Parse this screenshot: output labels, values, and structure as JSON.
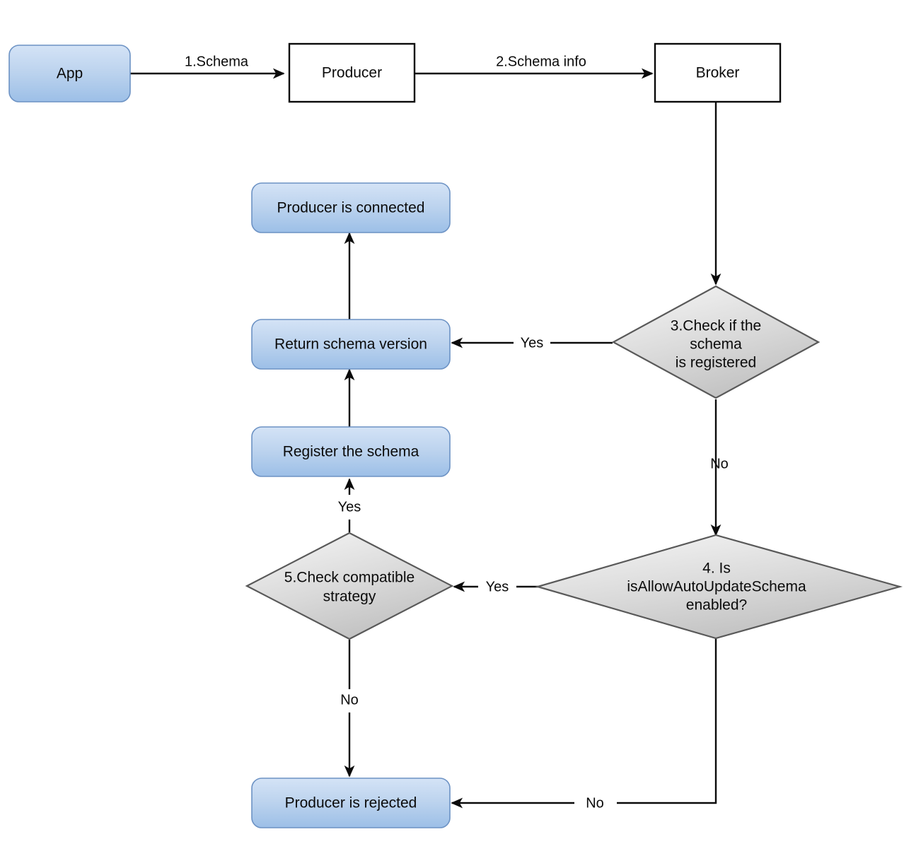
{
  "diagram": {
    "title": "Pulsar schema registration flow",
    "colors": {
      "blue_fill_top": "#cfe0f4",
      "blue_fill_bottom": "#9dbfe6",
      "blue_border": "#6c92c4",
      "gray_fill_top": "#f2f2f2",
      "gray_fill_bottom": "#c4c4c4",
      "gray_border": "#595959",
      "plain_fill": "#ffffff",
      "line": "#0a0a0a",
      "text": "#0b0b0b"
    },
    "nodes": [
      {
        "id": "app",
        "shape": "rounded-rect",
        "style": "blue",
        "lines": [
          "App"
        ]
      },
      {
        "id": "producer",
        "shape": "rect",
        "style": "plain",
        "lines": [
          "Producer"
        ]
      },
      {
        "id": "broker",
        "shape": "rect",
        "style": "plain",
        "lines": [
          "Broker"
        ]
      },
      {
        "id": "producer-connected",
        "shape": "rounded-rect",
        "style": "blue",
        "lines": [
          "Producer is connected"
        ]
      },
      {
        "id": "return-version",
        "shape": "rounded-rect",
        "style": "blue",
        "lines": [
          "Return schema version"
        ]
      },
      {
        "id": "register-schema",
        "shape": "rounded-rect",
        "style": "blue",
        "lines": [
          "Register the schema"
        ]
      },
      {
        "id": "producer-rejected",
        "shape": "rounded-rect",
        "style": "blue",
        "lines": [
          "Producer is rejected"
        ]
      },
      {
        "id": "check-registered",
        "shape": "diamond",
        "style": "gray",
        "lines": [
          "3.Check if the",
          "schema",
          "is registered"
        ]
      },
      {
        "id": "check-autoupdate",
        "shape": "diamond",
        "style": "gray",
        "lines": [
          "4. Is",
          "isAllowAutoUpdateSchema",
          "enabled?"
        ]
      },
      {
        "id": "check-compatible",
        "shape": "diamond",
        "style": "gray",
        "lines": [
          "5.Check compatible",
          "strategy"
        ]
      }
    ],
    "edges": [
      {
        "id": "app-to-producer",
        "from": "app",
        "to": "producer",
        "label": "1.Schema"
      },
      {
        "id": "producer-to-broker",
        "from": "producer",
        "to": "broker",
        "label": "2.Schema info"
      },
      {
        "id": "broker-to-check-registered",
        "from": "broker",
        "to": "check-registered",
        "label": ""
      },
      {
        "id": "registered-yes-to-return",
        "from": "check-registered",
        "to": "return-version",
        "label": "Yes"
      },
      {
        "id": "registered-no-to-autoupdate",
        "from": "check-registered",
        "to": "check-autoupdate",
        "label": "No"
      },
      {
        "id": "autoupdate-yes-to-compatible",
        "from": "check-autoupdate",
        "to": "check-compatible",
        "label": "Yes"
      },
      {
        "id": "autoupdate-no-to-rejected",
        "from": "check-autoupdate",
        "to": "producer-rejected",
        "label": "No"
      },
      {
        "id": "compatible-yes-to-register",
        "from": "check-compatible",
        "to": "register-schema",
        "label": "Yes"
      },
      {
        "id": "compatible-no-to-rejected",
        "from": "check-compatible",
        "to": "producer-rejected",
        "label": "No"
      },
      {
        "id": "register-to-return",
        "from": "register-schema",
        "to": "return-version",
        "label": ""
      },
      {
        "id": "return-to-connected",
        "from": "return-version",
        "to": "producer-connected",
        "label": ""
      }
    ],
    "labels": {
      "app": "App",
      "producer": "Producer",
      "broker": "Broker",
      "producer_connected": "Producer is connected",
      "return_version": "Return schema version",
      "register_schema": "Register the schema",
      "producer_rejected": "Producer is rejected",
      "check_registered_l1": "3.Check if the",
      "check_registered_l2": "schema",
      "check_registered_l3": "is registered",
      "check_autoupdate_l1": "4. Is",
      "check_autoupdate_l2": "isAllowAutoUpdateSchema",
      "check_autoupdate_l3": "enabled?",
      "check_compatible_l1": "5.Check compatible",
      "check_compatible_l2": "strategy",
      "edge_1_schema": "1.Schema",
      "edge_2_schema_info": "2.Schema info",
      "edge_registered_yes": "Yes",
      "edge_registered_no": "No",
      "edge_autoupdate_yes": "Yes",
      "edge_autoupdate_no": "No",
      "edge_compatible_yes": "Yes",
      "edge_compatible_no": "No"
    }
  }
}
